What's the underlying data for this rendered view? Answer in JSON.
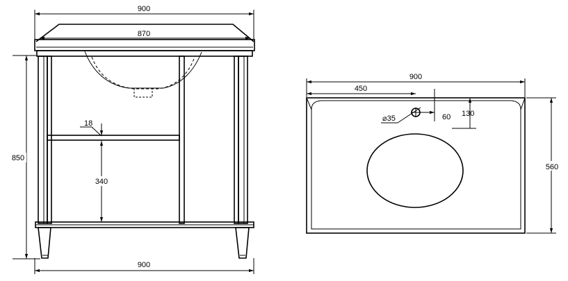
{
  "front_view": {
    "overall_width": "900",
    "inner_width": "870",
    "height": "850",
    "shelf_thickness": "18",
    "shelf_height": "340",
    "bottom_width": "900"
  },
  "top_view": {
    "width": "900",
    "half_width": "450",
    "depth": "560",
    "hole_diameter": "⌀35",
    "hole_offset_side": "60",
    "hole_offset_back": "130"
  }
}
